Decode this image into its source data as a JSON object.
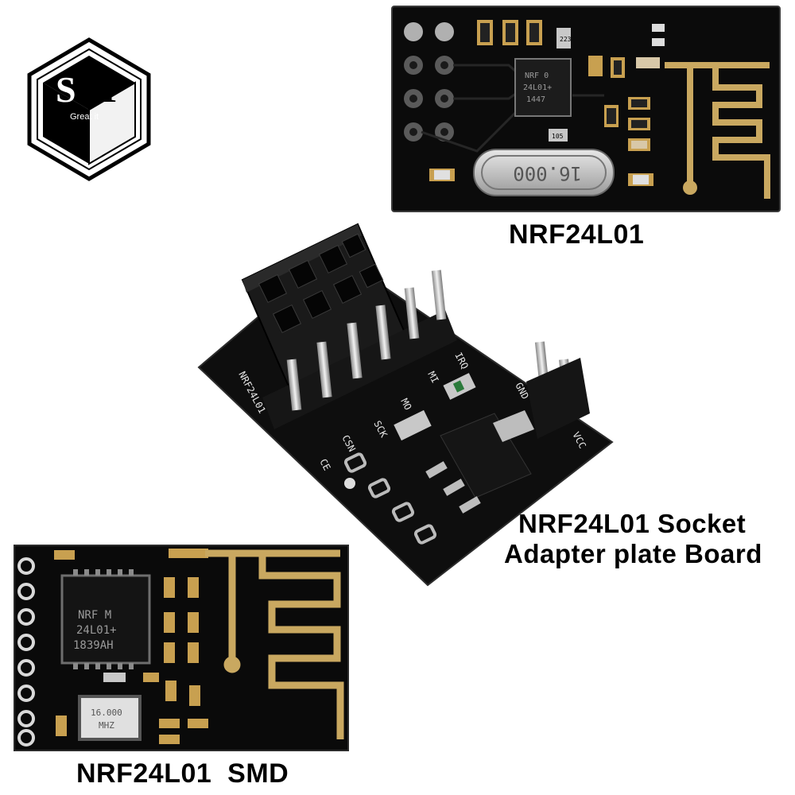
{
  "logo": {
    "letters": "SY",
    "tagline": "Great it"
  },
  "products": {
    "nrf24l01": {
      "caption": "NRF24L01",
      "chip_text": [
        "NRF 0",
        "24L01+",
        "1447"
      ],
      "crystal_text": "16.000",
      "part_codes": [
        "223",
        "105"
      ]
    },
    "socket": {
      "caption_line1": "NRF24L01 Socket",
      "caption_line2": "Adapter plate Board",
      "silkscreen": [
        "NRF24L01",
        "CE",
        "CSN",
        "SCK",
        "MO",
        "MI",
        "IRQ",
        "VCC",
        "GND"
      ]
    },
    "smd": {
      "caption": "NRF24L01  SMD",
      "chip_text": [
        "NRF M",
        "24L01+",
        "1839AH"
      ],
      "crystal_text": [
        "16.000",
        "MHZ"
      ]
    }
  },
  "colors": {
    "pcb": "#101010",
    "gold": "#c9a860",
    "silver": "#b9b9b9",
    "silkscreen": "#e6e6e6"
  }
}
